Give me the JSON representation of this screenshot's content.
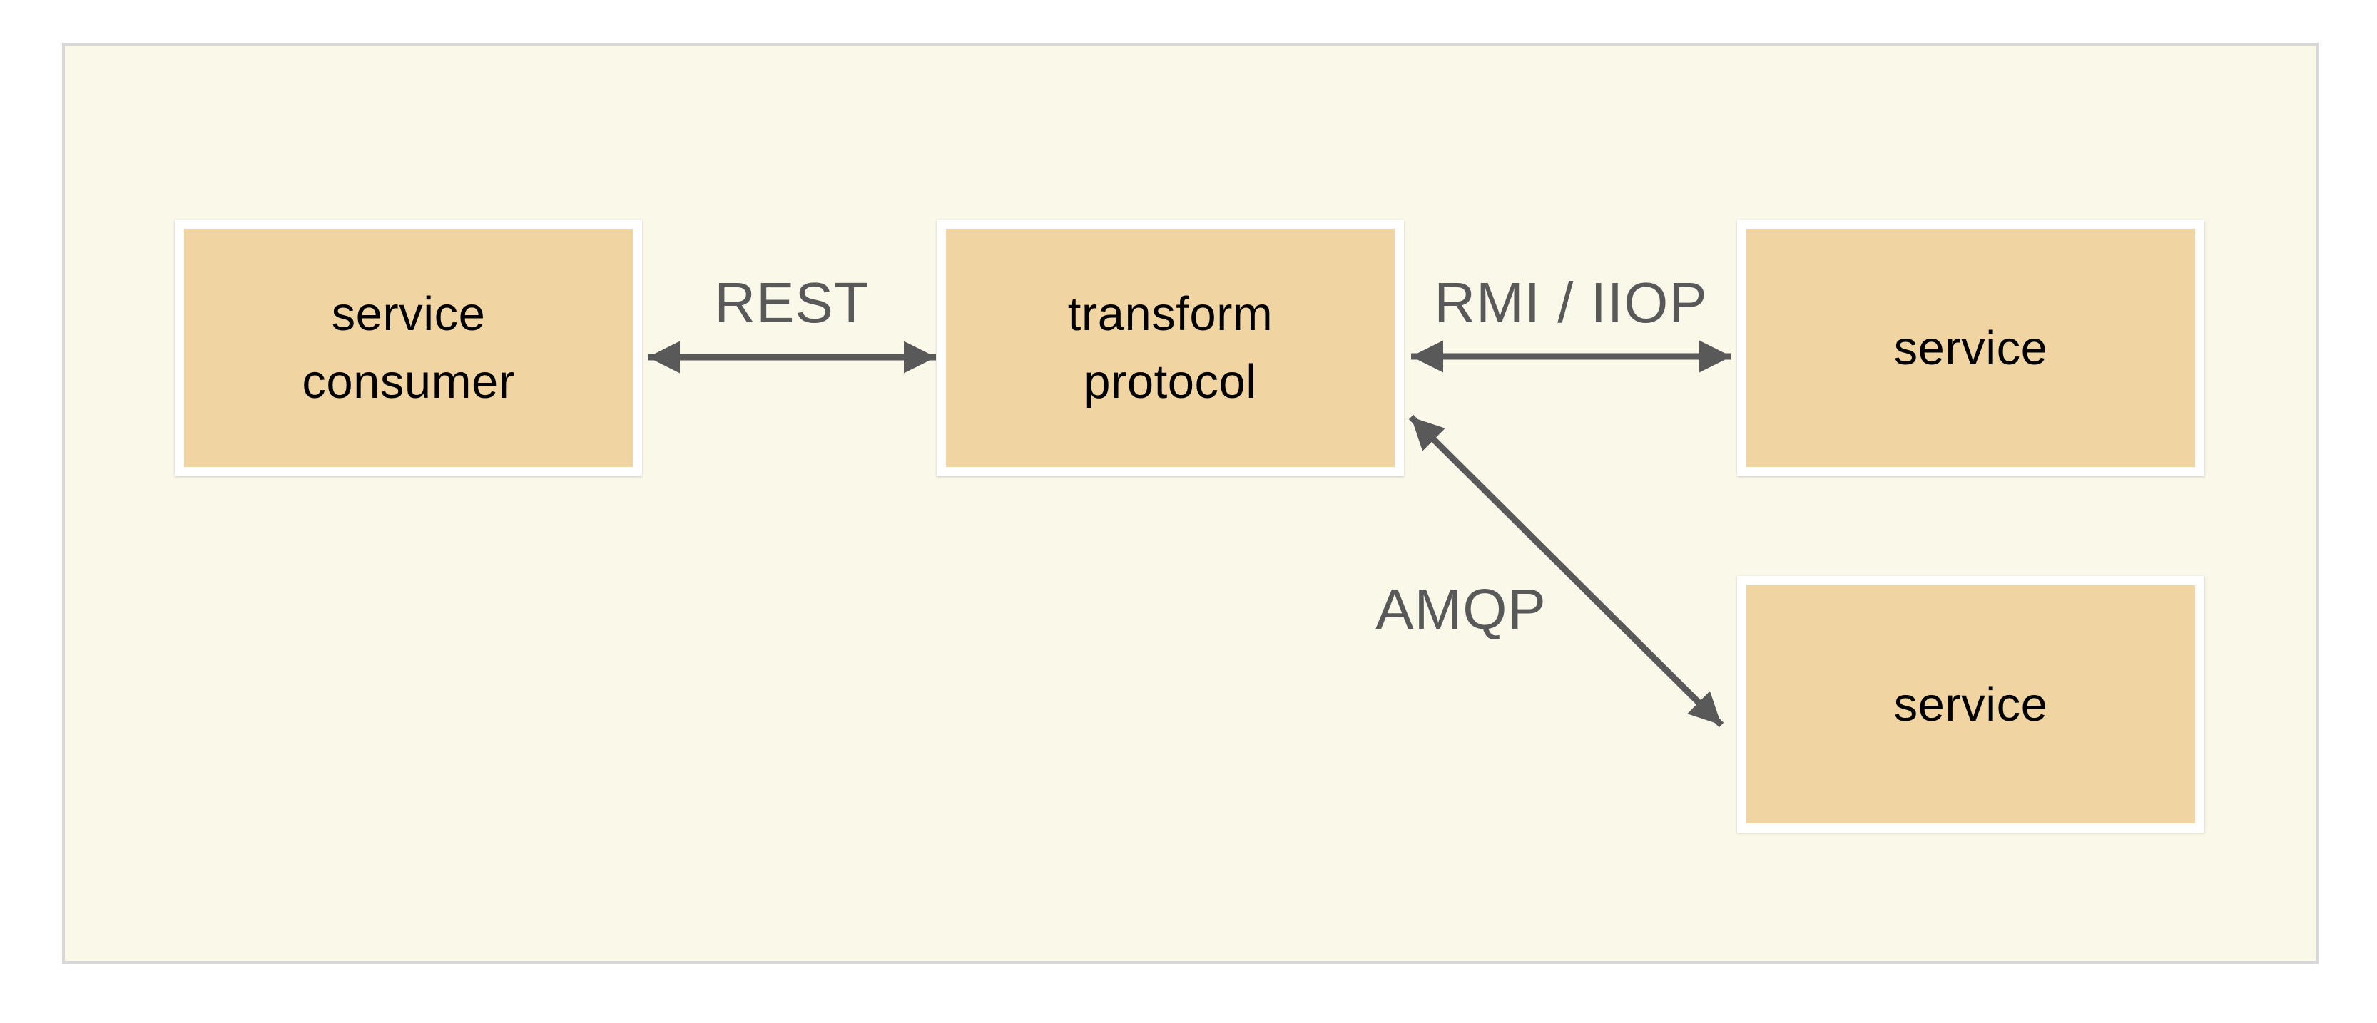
{
  "diagram": {
    "nodes": [
      {
        "id": "service-consumer",
        "label": "service consumer",
        "label_lines": [
          "service",
          "consumer"
        ]
      },
      {
        "id": "transform-protocol",
        "label": "transform protocol",
        "label_lines": [
          "transform",
          "protocol"
        ]
      },
      {
        "id": "service-top",
        "label": "service"
      },
      {
        "id": "service-bottom",
        "label": "service"
      }
    ],
    "edges": [
      {
        "from": "service-consumer",
        "to": "transform-protocol",
        "label": "REST",
        "direction": "bidirectional"
      },
      {
        "from": "transform-protocol",
        "to": "service-top",
        "label": "RMI / IIOP",
        "direction": "bidirectional"
      },
      {
        "from": "transform-protocol",
        "to": "service-bottom",
        "label": "AMQP",
        "direction": "bidirectional"
      }
    ],
    "colors": {
      "node_fill": "#F0D5A3",
      "node_frame": "#FFFFFF",
      "panel_bg": "#FAF8E9",
      "panel_border": "#D7D7D7",
      "arrow": "#595959",
      "node_text": "#000000",
      "page_bg": "#FFFFFF"
    }
  }
}
